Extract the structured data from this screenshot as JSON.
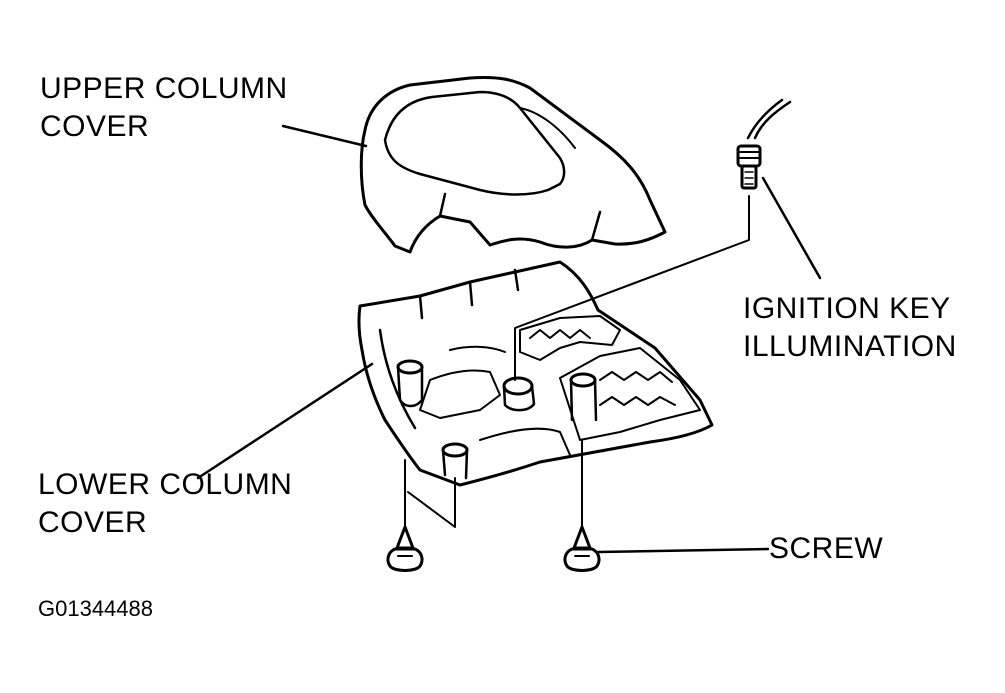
{
  "labels": {
    "upper_cover_line1": "UPPER COLUMN",
    "upper_cover_line2": "COVER",
    "ignition_line1": "IGNITION KEY",
    "ignition_line2": "ILLUMINATION",
    "lower_cover_line1": "LOWER COLUMN",
    "lower_cover_line2": "COVER",
    "screw": "SCREW"
  },
  "figure_code": "G01344488",
  "colors": {
    "ink": "#000000",
    "background": "#ffffff"
  }
}
